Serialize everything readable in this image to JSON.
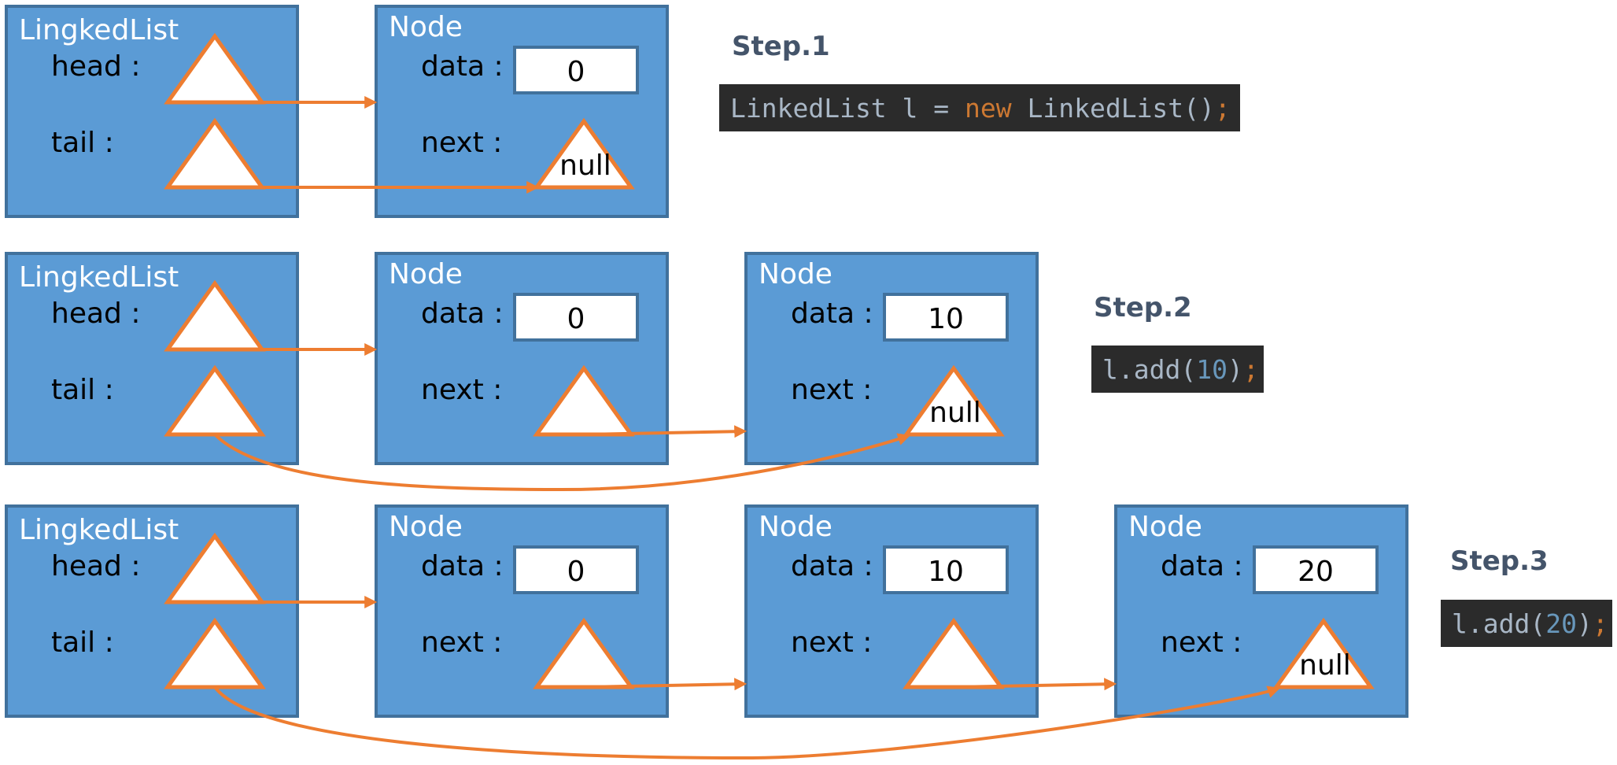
{
  "colors": {
    "box_fill": "#5b9bd5",
    "box_border": "#41719c",
    "arrow": "#ed7d31",
    "code_bg": "#2b2b2b",
    "code_text": "#a9b7c6",
    "code_keyword": "#cc7832",
    "code_number": "#6897bb",
    "step_title": "#44546a"
  },
  "labels": {
    "list": "LingkedList",
    "node": "Node",
    "head": "head :",
    "tail": "tail :",
    "data": "data :",
    "next": "next :",
    "null": "null"
  },
  "steps": [
    {
      "title": "Step.1",
      "code": [
        {
          "text": "LinkedList l = ",
          "kind": "plain"
        },
        {
          "text": "new",
          "kind": "keyword"
        },
        {
          "text": " LinkedList()",
          "kind": "plain"
        },
        {
          "text": ";",
          "kind": "keyword"
        }
      ],
      "nodes": [
        {
          "data": "0"
        }
      ]
    },
    {
      "title": "Step.2",
      "code": [
        {
          "text": "l.add(",
          "kind": "plain"
        },
        {
          "text": "10",
          "kind": "number"
        },
        {
          "text": ")",
          "kind": "plain"
        },
        {
          "text": ";",
          "kind": "keyword"
        }
      ],
      "nodes": [
        {
          "data": "0"
        },
        {
          "data": "10"
        }
      ]
    },
    {
      "title": "Step.3",
      "code": [
        {
          "text": "l.add(",
          "kind": "plain"
        },
        {
          "text": "20",
          "kind": "number"
        },
        {
          "text": ")",
          "kind": "plain"
        },
        {
          "text": ";",
          "kind": "keyword"
        }
      ],
      "nodes": [
        {
          "data": "0"
        },
        {
          "data": "10"
        },
        {
          "data": "20"
        }
      ]
    }
  ]
}
